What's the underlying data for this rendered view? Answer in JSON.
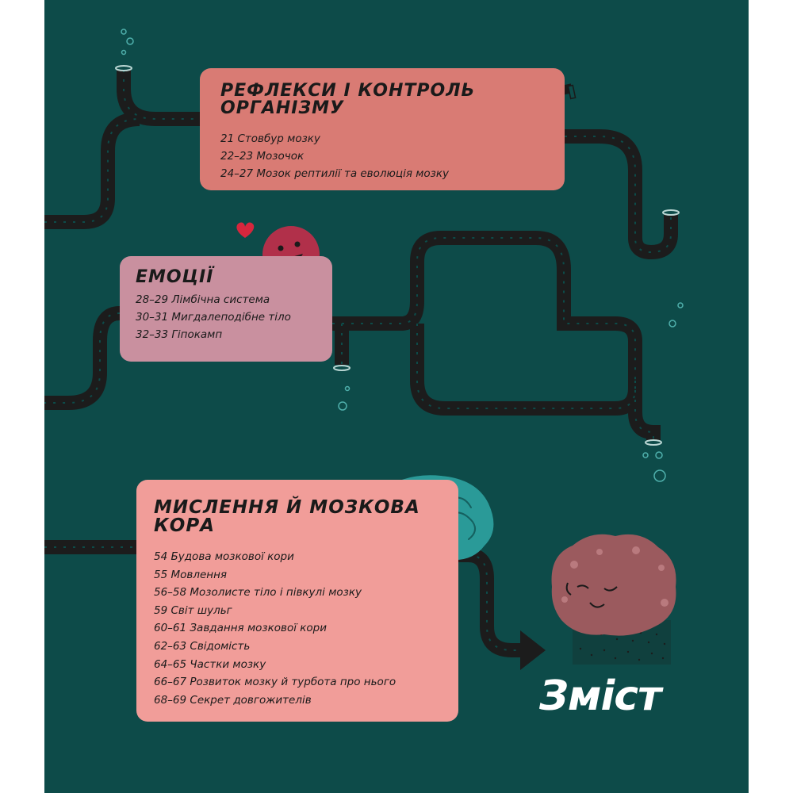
{
  "sections": [
    {
      "title": "Рефлекси і контроль організму",
      "items": [
        "21 Стовбур мозку",
        "22–23 Мозочок",
        "24–27 Мозок рептилії та еволюція мозку"
      ]
    },
    {
      "title": "Емоції",
      "items": [
        "28–29 Лімбічна система",
        "30–31 Мигдалеподібне тіло",
        "32–33 Гіпокамп"
      ]
    },
    {
      "title": "Мислення й мозкова кора",
      "items": [
        "54 Будова мозкової кори",
        "55 Мовлення",
        "56–58 Мозолисте тіло і півкулі мозку",
        "59 Світ шульг",
        "60–61 Завдання мозкової кори",
        "62–63 Свідомість",
        "64–65 Частки мозку",
        "66–67 Розвиток мозку й турбота про нього",
        "68–69 Секрет довгожителів"
      ]
    }
  ],
  "page_title": "Зміст",
  "colors": {
    "background": "#0d4b49",
    "card_reflexes": "#d97b74",
    "card_emotions": "#c9909f",
    "card_thinking": "#f19d99",
    "pipe": "#1c1c1c",
    "bird": "#5fb1a8",
    "brain_teal": "#2a9a98",
    "brain_small": "#9b5a5e",
    "emoji": "#b1304a"
  },
  "icons": [
    "heart-icon",
    "smiley-icon",
    "bird-telescope-icon",
    "brain-icon",
    "sleepy-brain-icon",
    "arrow-icon"
  ]
}
